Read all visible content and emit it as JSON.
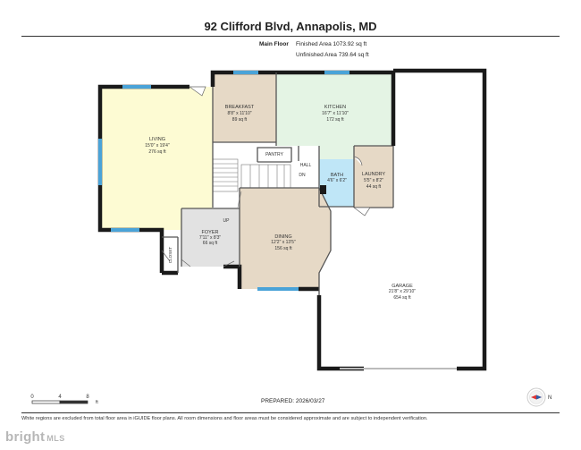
{
  "header": {
    "title": "92 Clifford Blvd, Annapolis, MD",
    "floor_name": "Main Floor",
    "finished_area": "Finished Area 1073.92 sq ft",
    "unfinished_area": "Unfinished Area 739.64 sq ft"
  },
  "rooms": {
    "living": {
      "name": "LIVING",
      "dims": "15'0\" x 19'4\"",
      "area": "276 sq ft"
    },
    "breakfast": {
      "name": "BREAKFAST",
      "dims": "8'8\" x 11'10\"",
      "area": "89 sq ft"
    },
    "kitchen": {
      "name": "KITCHEN",
      "dims": "16'7\" x 11'10\"",
      "area": "172 sq ft"
    },
    "pantry": {
      "name": "PANTRY"
    },
    "hall": {
      "name": "HALL"
    },
    "dn": {
      "name": "DN"
    },
    "bath": {
      "name": "BATH",
      "dims": "4'6\" x 6'2\""
    },
    "laundry": {
      "name": "LAUNDRY",
      "dims": "5'5\" x 8'2\"",
      "area": "44 sq ft"
    },
    "foyer": {
      "name": "FOYER",
      "dims": "7'11\" x 8'3\"",
      "area": "66 sq ft"
    },
    "up": {
      "name": "UP"
    },
    "closet": {
      "name": "CLOSET"
    },
    "dining": {
      "name": "DINING",
      "dims": "12'2\" x 13'5\"",
      "area": "156 sq ft"
    },
    "garage": {
      "name": "GARAGE",
      "dims": "21'8\" x 29'10\"",
      "area": "654 sq ft"
    }
  },
  "scale": {
    "t0": "0",
    "t4": "4",
    "t8": "8",
    "unit": "ft"
  },
  "prepared": "PREPARED: 2026/03/27",
  "disclaimer": "White regions are excluded from total floor area in iGUIDE floor plans. All room dimensions and floor areas must be considered approximate and are subject to independent verification.",
  "compass": {
    "label": "N"
  },
  "brand": {
    "name": "bright",
    "suffix": "MLS"
  },
  "colors": {
    "living": "#fdfbd3",
    "breakfast": "#e6d9c6",
    "kitchen": "#e4f4e4",
    "dining": "#e6d9c6",
    "laundry": "#e6d9c6",
    "bath": "#bfe6f7",
    "foyer": "#e2e2e2",
    "window": "#4aa3d8",
    "wall": "#1a1a1a"
  }
}
